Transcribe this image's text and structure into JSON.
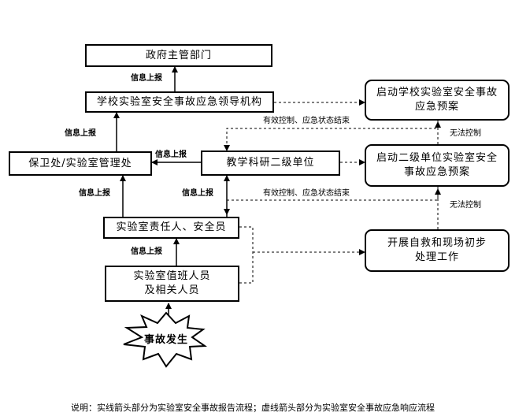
{
  "nodes": {
    "gov": "政府主管部门",
    "school_leader": "学校实验室安全事故应急领导机构",
    "security": "保卫处/实验室管理处",
    "dept": "教学科研二级单位",
    "lab_head": "实验室责任人、安全员",
    "duty_line1": "实验室值班人员",
    "duty_line2": "及相关人员",
    "accident": "事故发生",
    "school_plan_line1": "启动学校实验室安全事故",
    "school_plan_line2": "应急预案",
    "dept_plan_line1": "启动二级单位实验室安全",
    "dept_plan_line2": "事故应急预案",
    "rescue_line1": "开展自救和现场初步",
    "rescue_line2": "处理工作"
  },
  "labels": {
    "report_1": "信息上报",
    "report_2": "信息上报",
    "report_3": "信息上报",
    "report_4": "信息上报",
    "report_5": "信息上报",
    "report_6": "信息上报",
    "controlled_1": "有效控制、应急状态结束",
    "controlled_2": "有效控制、应急状态结束",
    "uncontrolled_1": "无法控制",
    "uncontrolled_2": "无法控制"
  },
  "note": "说明：实线箭头部分为实验室安全事故报告流程；虚线箭头部分为实验室安全事故应急响应流程"
}
